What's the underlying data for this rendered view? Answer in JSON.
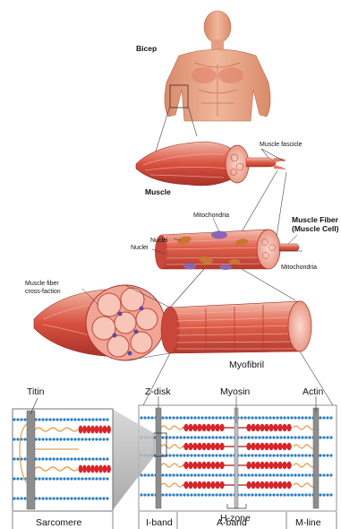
{
  "labels": {
    "bicep": "Bicep",
    "muscle": "Muscle",
    "muscle_fascicle": "Muscle fascicle",
    "muscle_fiber": "Muscle Fiber",
    "muscle_cell": "(Muscle Cell)",
    "mitochondria_top": "Mitochondria",
    "mitochondria_right": "Mitochondria",
    "nuclei_1": "Nuclei",
    "nuclei_2": "Nuclei",
    "cross_section_1": "Muscle fiber",
    "cross_section_2": "cross-faction",
    "myofibril": "Myofibril",
    "titin": "Titin",
    "z_disk": "Z-disk",
    "myosin": "Myosin",
    "actin": "Actin",
    "h_zone": "H-zone",
    "sarcomere": "Sarcomere",
    "i_band": "I-band",
    "a_band": "A-band",
    "m_line": "M-line"
  },
  "colors": {
    "skin": "#e8a07f",
    "muscle": "#d9513f",
    "muscle_light": "#f0a596",
    "myosin": "#d8242a",
    "actin": "#2c7fc0",
    "titin": "#e4a050",
    "disk": "#8d8d8d",
    "mito": "#8a66b4",
    "nucleus": "#c87632"
  }
}
